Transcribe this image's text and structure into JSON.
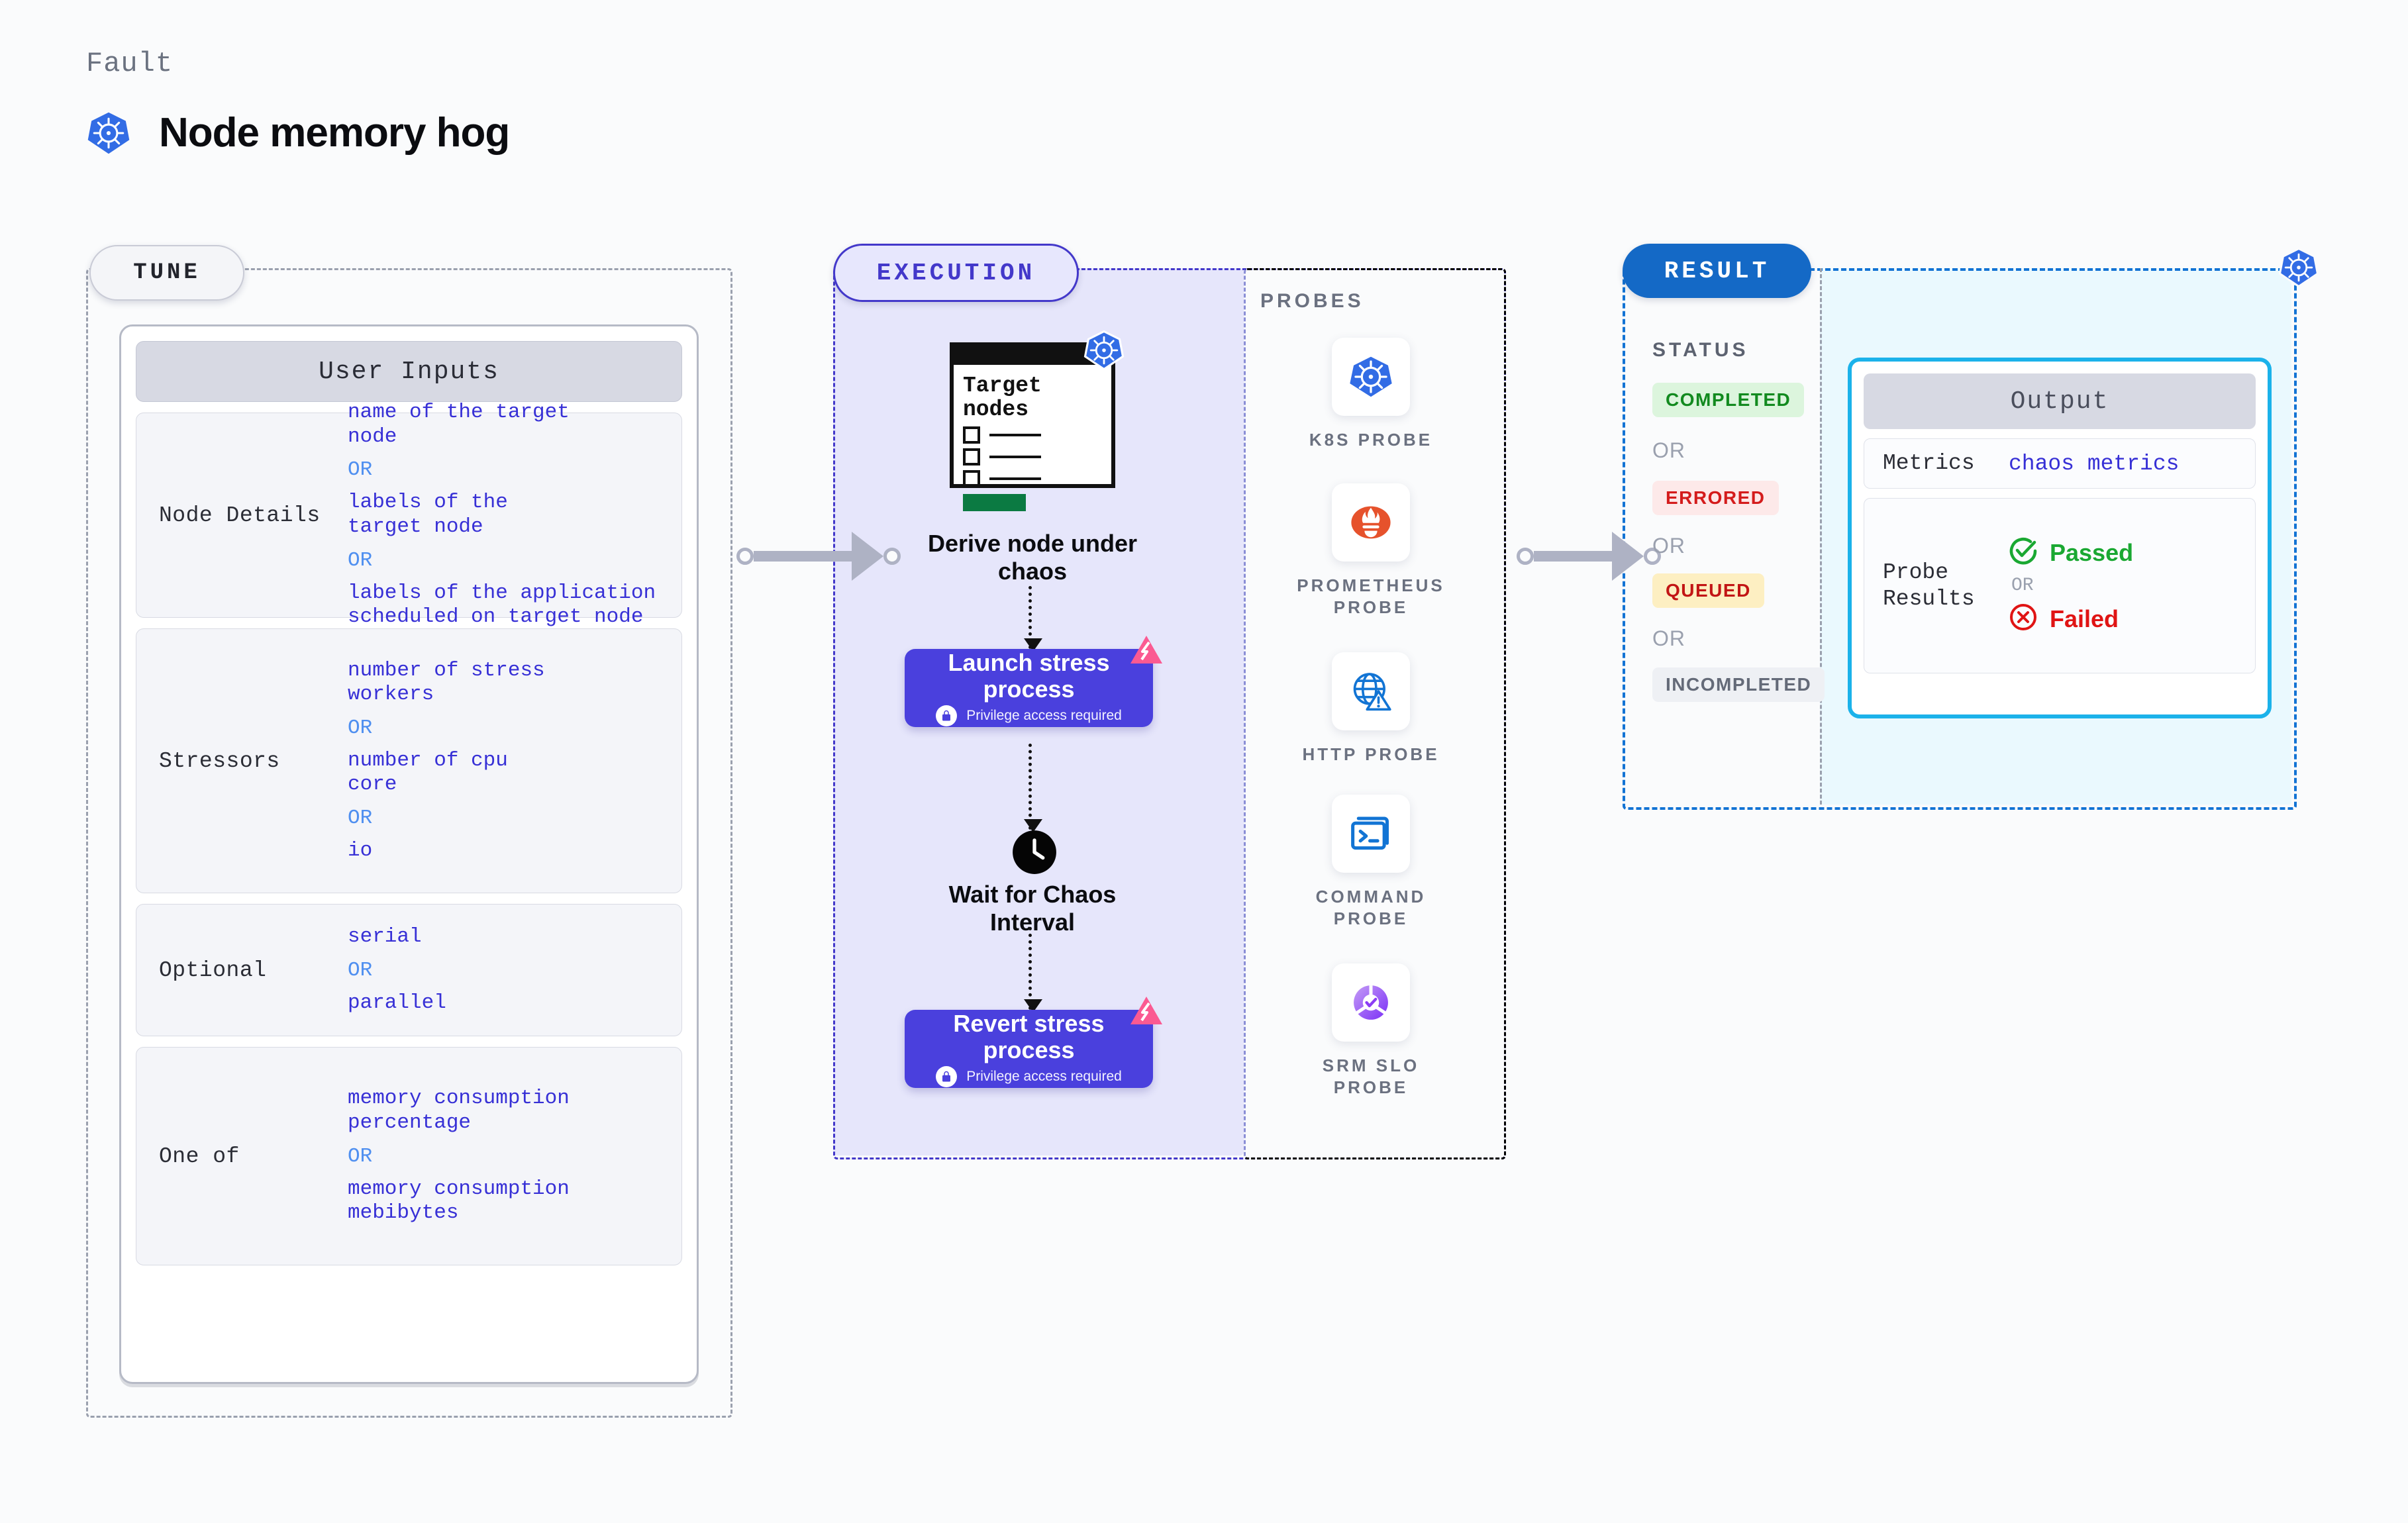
{
  "header": {
    "eyebrow": "Fault",
    "title": "Node memory hog",
    "icon": "kubernetes-icon"
  },
  "stages": {
    "tune": "TUNE",
    "execution": "EXECUTION",
    "result": "RESULT"
  },
  "tune": {
    "card_title": "User Inputs",
    "or_label": "OR",
    "groups": [
      {
        "label": "Node Details",
        "values": [
          "name of the target\nnode",
          "labels of the\ntarget node",
          "labels of the application\n scheduled on target node"
        ]
      },
      {
        "label": "Stressors",
        "values": [
          "number of stress\nworkers",
          "number of cpu\ncore",
          "io"
        ]
      },
      {
        "label": "Optional",
        "values": [
          "serial",
          "parallel"
        ]
      },
      {
        "label": "One of",
        "values": [
          "memory consumption\npercentage",
          "memory consumption\nmebibytes"
        ]
      }
    ]
  },
  "execution": {
    "target_card": {
      "title": "Target\nnodes",
      "icon": "kubernetes-icon",
      "checkbox_rows": 3
    },
    "derive_caption": "Derive node under\nchaos",
    "launch_step": {
      "title": "Launch stress\nprocess",
      "sub": "Privilege access required",
      "icon": "lock-icon",
      "corner_icon": "chaos-badge-icon"
    },
    "wait_step": {
      "icon": "clock-icon",
      "caption": "Wait for Chaos\nInterval"
    },
    "revert_step": {
      "title": "Revert stress\nprocess",
      "sub": "Privilege access required",
      "icon": "lock-icon",
      "corner_icon": "chaos-badge-icon"
    }
  },
  "probes": {
    "title": "PROBES",
    "items": [
      {
        "label": "K8S  PROBE",
        "icon": "kubernetes-icon"
      },
      {
        "label": "PROMETHEUS\nPROBE",
        "icon": "prometheus-icon"
      },
      {
        "label": "HTTP  PROBE",
        "icon": "http-globe-icon"
      },
      {
        "label": "COMMAND\nPROBE",
        "icon": "terminal-icon"
      },
      {
        "label": "SRM SLO\nPROBE",
        "icon": "srm-slo-icon"
      }
    ]
  },
  "result": {
    "status_title": "STATUS",
    "or_label": "OR",
    "statuses": [
      {
        "label": "COMPLETED",
        "bg": "#dcf5dd",
        "fg": "#128a1f"
      },
      {
        "label": "ERRORED",
        "bg": "#fde9e9",
        "fg": "#d41c1c"
      },
      {
        "label": "QUEUED",
        "bg": "#fdefc2",
        "fg": "#c21515"
      },
      {
        "label": "INCOMPLETED",
        "bg": "#eef0f4",
        "fg": "#646a78"
      }
    ],
    "output": {
      "title": "Output",
      "metrics_label": "Metrics",
      "metrics_value": "chaos metrics",
      "probe_results_label": "Probe\nResults",
      "passed_label": "Passed",
      "failed_label": "Failed",
      "or_label": "OR"
    },
    "corner_icon": "kubernetes-icon"
  },
  "colors": {
    "accent_indigo": "#4a40dd",
    "accent_blue": "#1469c6",
    "accent_cyan": "#1bb2ea",
    "k8s_blue": "#326ce5",
    "pink": "#fb5a92"
  }
}
